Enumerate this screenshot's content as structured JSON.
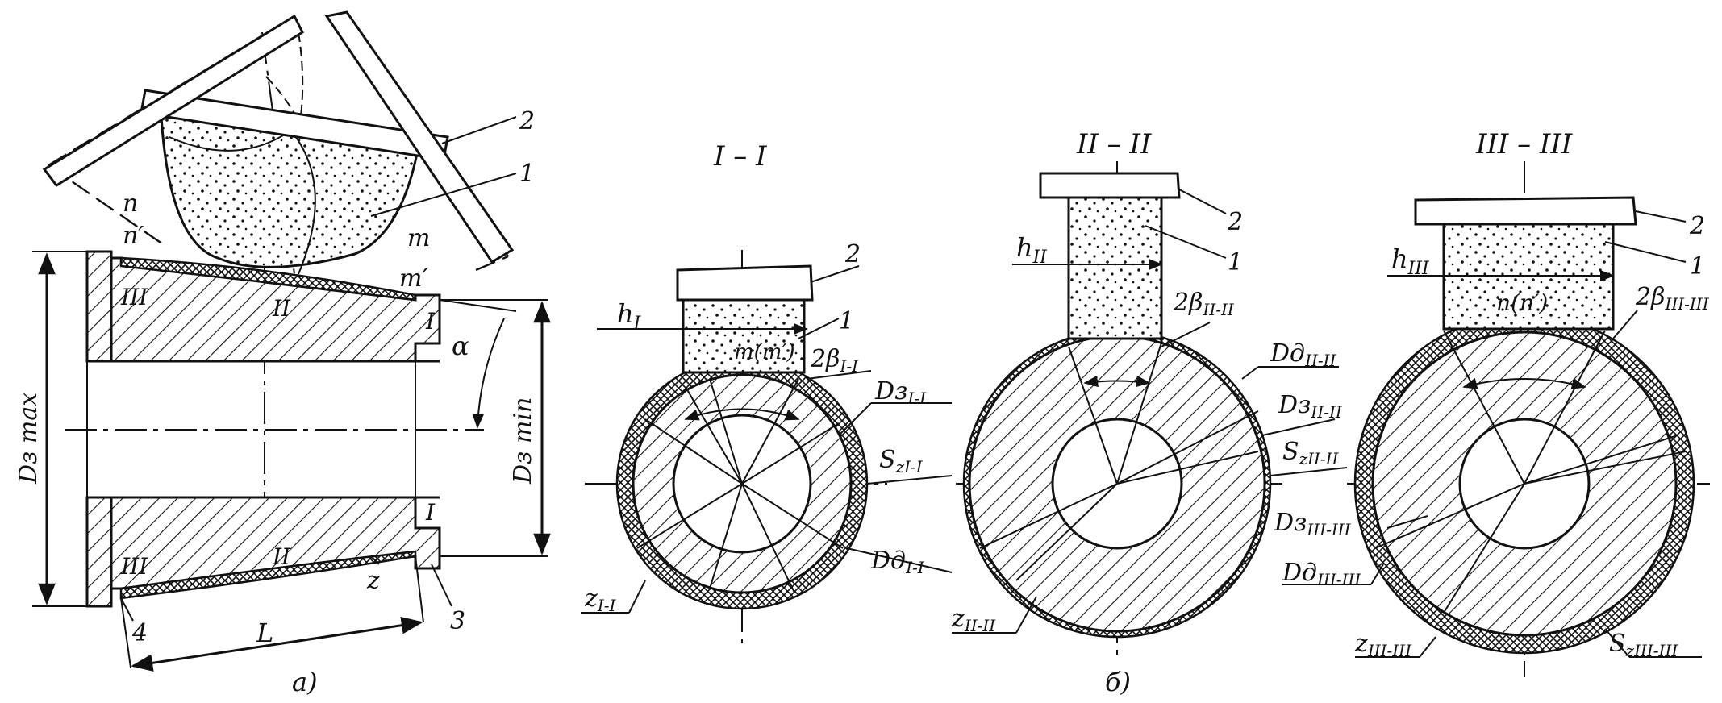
{
  "figure_a": {
    "dim_d_max": "Dз max",
    "dim_d_min": "Dз min",
    "dim_length": "L",
    "angle": "α",
    "allowance": "z",
    "roman_1": "I",
    "roman_2": "II",
    "roman_3": "III",
    "point_n": "n",
    "point_n_prime": "n′",
    "point_m": "m",
    "point_m_prime": "m′",
    "callout_1": "1",
    "callout_2": "2",
    "callout_3": "3",
    "callout_4": "4",
    "caption": "a)"
  },
  "section_1": {
    "title": "I – I",
    "callout_2": "2",
    "callout_1": "1",
    "h": "h",
    "h_sub": "I",
    "point": "m(m′)",
    "beta": "2β",
    "beta_sub": "I-I",
    "dz": "Dз",
    "dz_sub": "I-I",
    "sz": "S",
    "sz_sub": "zI-I",
    "dd": "Dд",
    "dd_sub": "I-I",
    "z": "z",
    "z_sub": "I-I"
  },
  "section_2": {
    "title": "II – II",
    "callout_2": "2",
    "callout_1": "1",
    "h": "h",
    "h_sub": "II",
    "beta": "2β",
    "beta_sub": "II-II",
    "dd": "Dд",
    "dd_sub": "II-II",
    "dz": "Dз",
    "dz_sub": "II-II",
    "sz": "S",
    "sz_sub": "zII-II",
    "z": "z",
    "z_sub": "II-II",
    "caption": "б)"
  },
  "section_3": {
    "title": "III – III",
    "callout_2": "2",
    "callout_1": "1",
    "h": "h",
    "h_sub": "III",
    "point": "n(n′)",
    "beta": "2β",
    "beta_sub": "III-III",
    "dz": "Dз",
    "dz_sub": "III-III",
    "dd": "Dд",
    "dd_sub": "III-III",
    "z": "z",
    "z_sub": "III-III",
    "sz": "S",
    "sz_sub": "zIII-III"
  }
}
